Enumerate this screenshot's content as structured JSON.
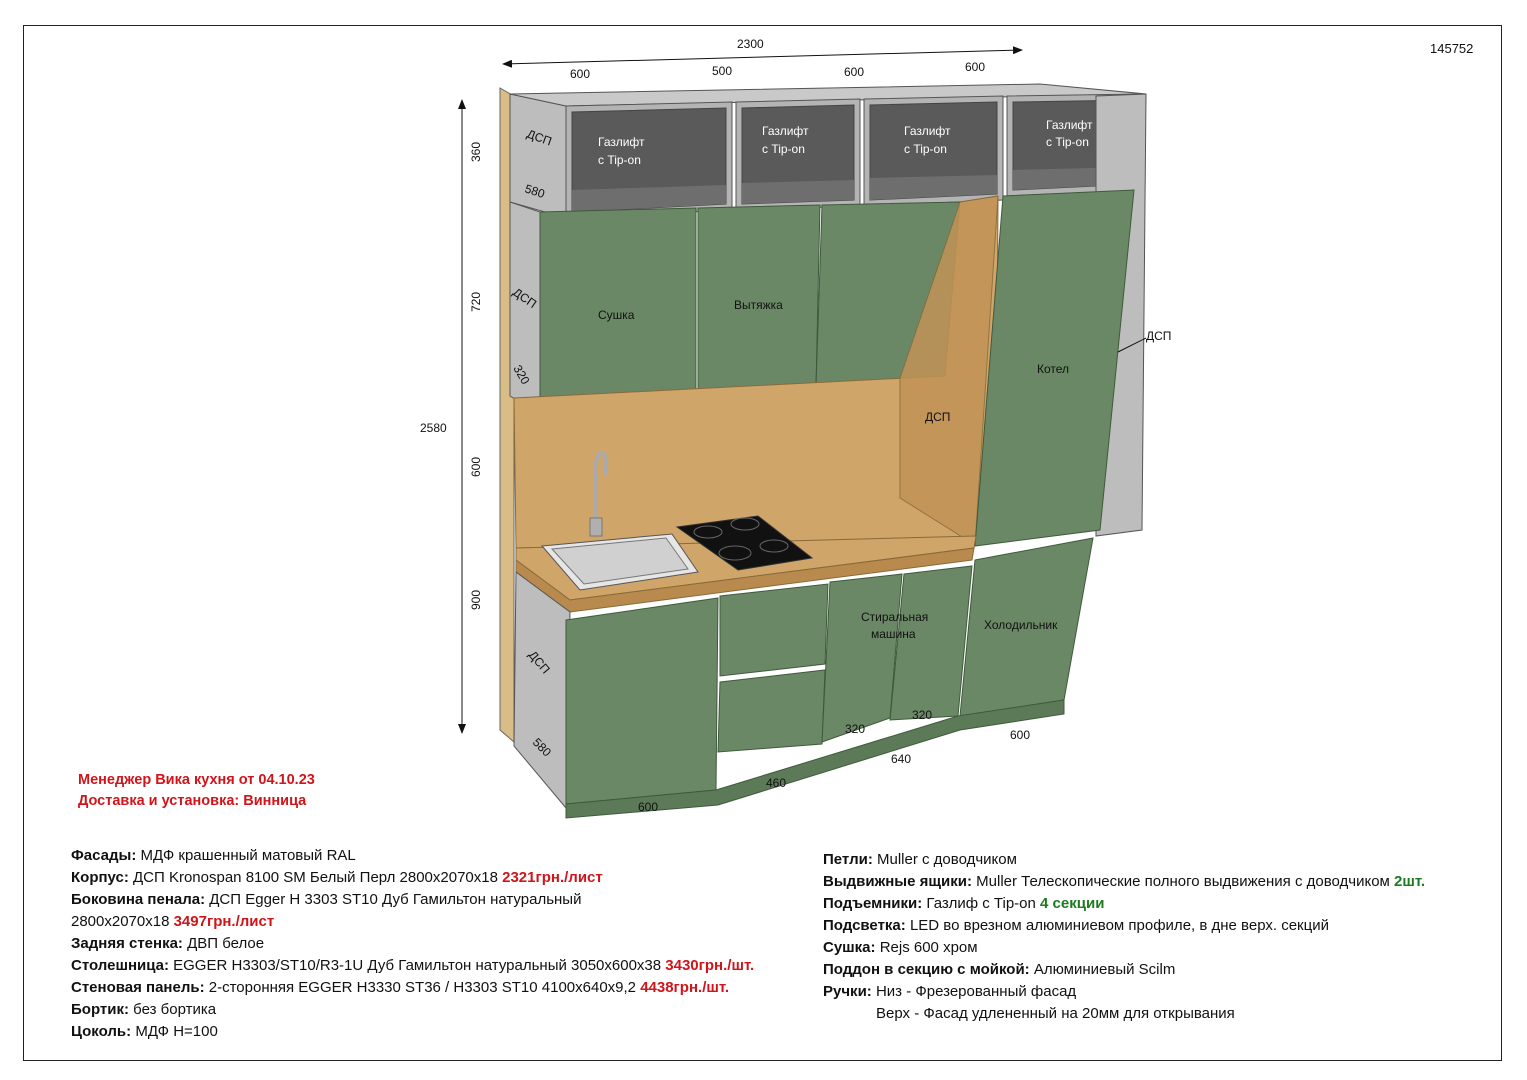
{
  "order_number": "145752",
  "colors": {
    "facade": "#6b8866",
    "facade_dark": "#5d7a58",
    "carcass": "#b8b8b8",
    "carcass_inner": "#5f5f5f",
    "wood": "#cfa56a",
    "wood_dark": "#b98a4d",
    "price_red": "#d0141a",
    "qty_green": "#1e7a1e"
  },
  "dimensions": {
    "total_width": "2300",
    "top_widths": [
      "600",
      "500",
      "600",
      "600"
    ],
    "total_height": "2580",
    "heights": [
      "360",
      "720",
      "600",
      "900"
    ],
    "depth_upper_top": "580",
    "depth_upper": "320",
    "depth_lower": "580",
    "bottom_600_left": "600",
    "bottom_460": "460",
    "bottom_640": "640",
    "bottom_600_right": "600",
    "door_320_a": "320",
    "door_320_b": "320"
  },
  "labels": {
    "dsp": "ДСП",
    "gaslift": "Газлифт",
    "tip_on": "с Tip-on",
    "drying": "Сушка",
    "hood": "Вытяжка",
    "boiler": "Котел",
    "washer_1": "Стиральная",
    "washer_2": "машина",
    "fridge": "Холодильник"
  },
  "manager": {
    "line1": "Менеджер Вика кухня от 04.10.23",
    "line2": "Доставка и установка: Винница"
  },
  "specs_left": {
    "facades_label": "Фасады:",
    "facades_value": " МДФ крашенный матовый RAL",
    "body_label": "Корпус:",
    "body_value": " ДСП Kronospan 8100 SM Белый Перл 2800х2070х18 ",
    "body_price": "2321грн./лист",
    "side_label": "Боковина пенала:",
    "side_value": " ДСП Egger H 3303 ST10 Дуб Гамильтон натуральный",
    "side_value2": "2800х2070х18 ",
    "side_price": "3497грн./лист",
    "back_label": "Задняя стенка:",
    "back_value": " ДВП белое",
    "top_label": "Столешница:",
    "top_value": " EGGER H3303/ST10/R3-1U Дуб Гамильтон натуральный 3050х600х38 ",
    "top_price": "3430грн./шт.",
    "wall_label": "Стеновая панель:",
    "wall_value": " 2-сторонняя EGGER H3330 ST36 / H3303 ST10 4100х640х9,2 ",
    "wall_price": "4438грн./шт.",
    "edge_label": "Бортик:",
    "edge_value": " без бортика",
    "plinth_label": "Цоколь:",
    "plinth_value": " МДФ Н=100"
  },
  "specs_right": {
    "hinges_label": "Петли:",
    "hinges_value": " Muller с доводчиком",
    "drawers_label": "Выдвижные ящики:",
    "drawers_value": " Muller Телескопические полного выдвижения с доводчиком ",
    "drawers_qty": "2шт.",
    "lifts_label": "Подъемники:",
    "lifts_value": " Газлиф с Tip-on ",
    "lifts_qty": "4 секции",
    "light_label": "Подсветка:",
    "light_value": " LED во врезном алюминиевом профиле, в дне верх. секций",
    "dryer_label": "Сушка:",
    "dryer_value": " Rejs 600  хром",
    "tray_label": "Поддон в секцию с мойкой:",
    "tray_value": " Алюминиевый Scilm",
    "handles_label": "Ручки:",
    "handles_value": " Низ - Фрезерованный фасад",
    "handles_value2": "Верх - Фасад удлененный на 20мм для открывания"
  }
}
